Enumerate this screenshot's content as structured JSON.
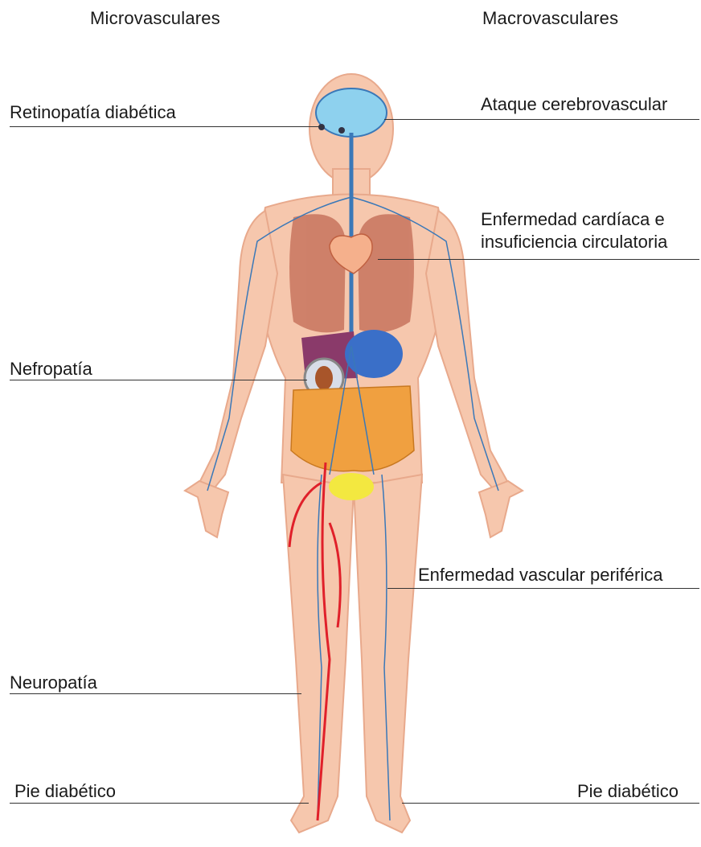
{
  "headings": {
    "left": "Microvasculares",
    "right": "Macrovasculares"
  },
  "labels": {
    "retinopathy": "Retinopatía diabética",
    "nephropathy": "Nefropatía",
    "neuropathy": "Neuropatía",
    "foot_left": "Pie diabético",
    "stroke": "Ataque cerebrovascular",
    "heart_line1": "Enfermedad cardíaca e",
    "heart_line2": "insuficiencia circulatoria",
    "pvd": "Enfermedad vascular periférica",
    "foot_right": "Pie diabético"
  },
  "colors": {
    "skin": "#f6c7ad",
    "skin_outline": "#e8a98c",
    "brain": "#8ed1ee",
    "nerve": "#3a78b8",
    "artery": "#e0202a",
    "lungs": "#c8745e",
    "heart": "#f5b08c",
    "liver": "#8a3a6a",
    "stomach": "#3a6fc8",
    "intestine": "#f0a040",
    "bladder": "#f3e840",
    "kidney_ring": "#d8dde8"
  }
}
